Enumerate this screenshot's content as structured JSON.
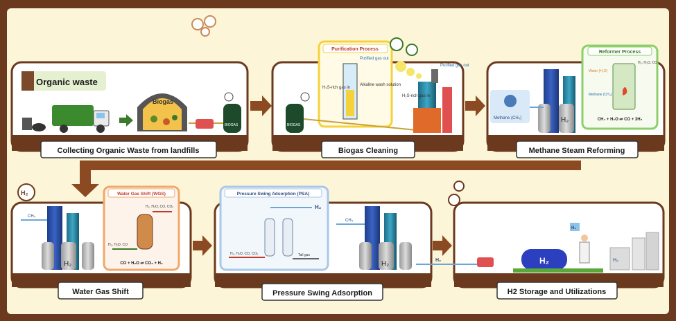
{
  "stages": [
    {
      "label": "Collecting Organic Waste from landfills",
      "badge": "Organic waste"
    },
    {
      "label": "Biogas Cleaning"
    },
    {
      "label": "Methane Steam Reforming"
    },
    {
      "label": "Water Gas Shift"
    },
    {
      "label": "Pressure Swing Adsorption"
    },
    {
      "label": "H2 Storage and Utilizations"
    }
  ],
  "stage1": {
    "digester_label": "Biogas",
    "tank_text": "BIOGAS"
  },
  "purification": {
    "title": "Purification Process",
    "purified_out": "Purified gas out",
    "h2s_in": "H₂S-rich gas in",
    "alkaline": "Alkaline wash solution"
  },
  "stage2": {
    "purified_out": "Purified gas out",
    "h2s_in": "H₂S-rich gas in",
    "tank_text": "BIOGAS"
  },
  "reformer": {
    "title": "Reformer Process",
    "methane": "Methane (CH₄)",
    "water": "Water (H₂O)",
    "methane_in": "Methane (CH₄)",
    "outputs": "H₂, H₂O, CO",
    "equation": "CH₄ + H₂O ⇌ CO + 3H₂"
  },
  "wgs": {
    "title": "Water Gas Shift (WGS)",
    "inlet": "H₂, H₂O, CO",
    "outlet": "H₂, H₂O, CO, CO₂",
    "equation": "CO + H₂O ⇌ CO₂ + H₂",
    "ch4_label": "CH₄"
  },
  "psa": {
    "title": "Pressure Swing Adsorption (PSA)",
    "h2_out": "H₂",
    "feed": "H₂, H₂O, CO, CO₂",
    "tail": "Tail gas",
    "ch4_label": "CH₄"
  },
  "storage": {
    "h2_line": "H₂",
    "tank_text": "H₂",
    "person_sign": "H₂",
    "plant_text": "H₂"
  },
  "tank_h2": "H₂",
  "colors": {
    "brown": "#6b3a1e",
    "cream": "#fdf5d8",
    "arrow": "#8b4a22",
    "green": "#3a7a2b",
    "blue": "#6aa7d8"
  }
}
